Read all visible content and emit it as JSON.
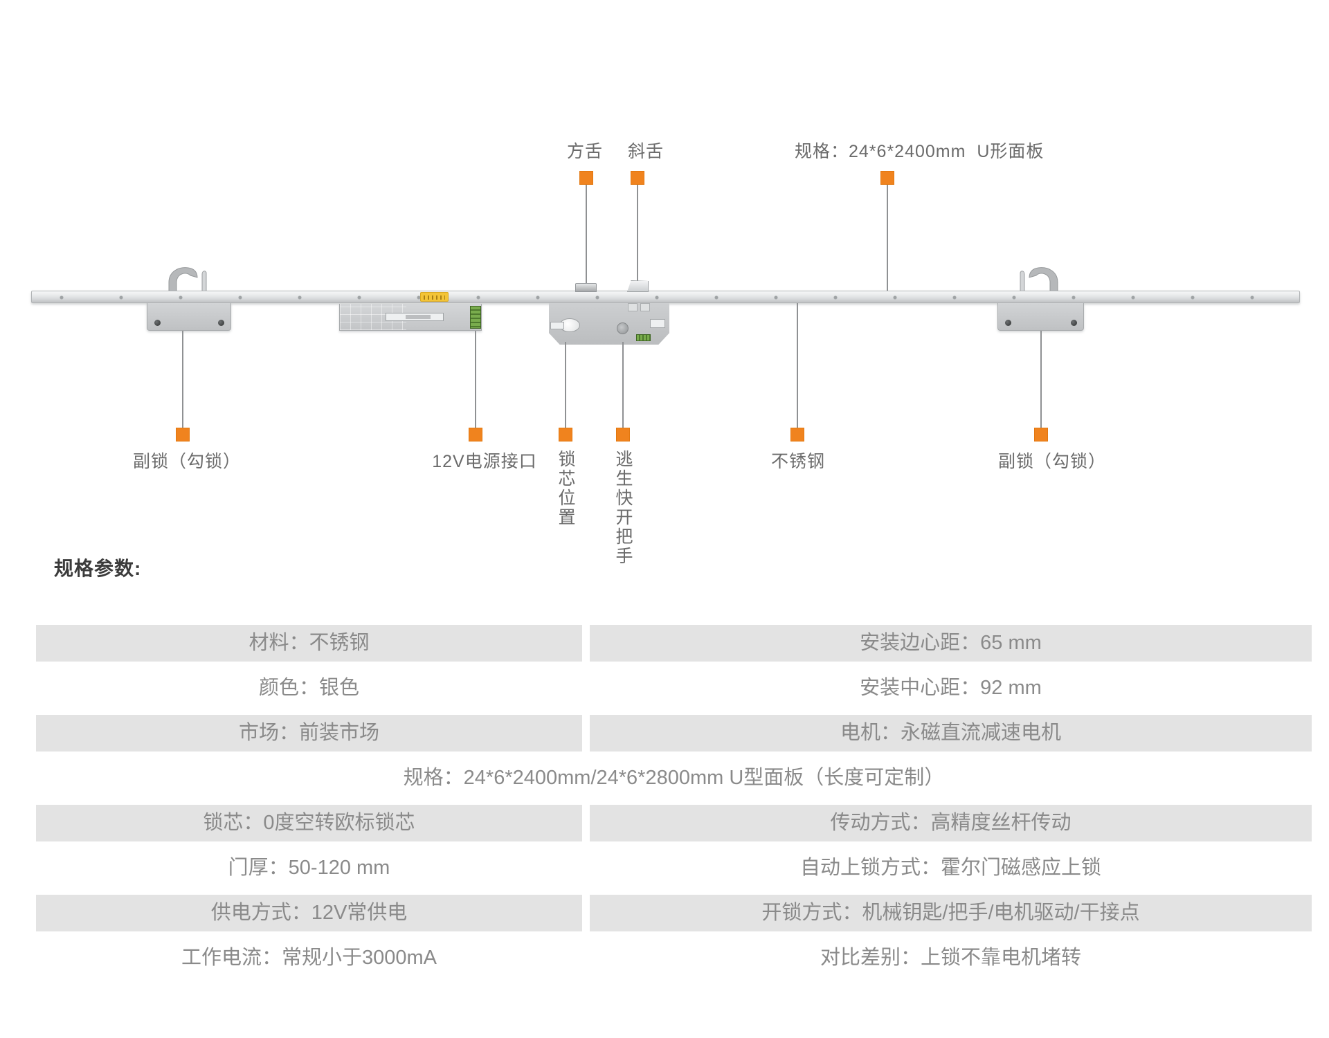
{
  "colors": {
    "accent_orange": "#F0831E",
    "leader_line_gray": "#8f9193",
    "table_row_gray": "#e3e3e3",
    "table_text_gray": "#8a8a8a",
    "callout_text_gray": "#6b6b6b"
  },
  "diagram": {
    "callouts": {
      "square_bolt": "方舌",
      "latch_bolt": "斜舌",
      "panel_spec": "规格：24*6*2400mm  U形面板",
      "aux_lock_left": "副锁（勾锁）",
      "power_port": "12V电源接口",
      "cylinder_position": "锁芯位置",
      "escape_handle": "逃生快开把手",
      "stainless_steel": "不锈钢",
      "aux_lock_right": "副锁（勾锁）"
    }
  },
  "specs": {
    "title": "规格参数:",
    "rows": [
      {
        "left": "材料：不锈钢",
        "right": "安装边心距：65 mm"
      },
      {
        "left": "颜色：银色",
        "right": "安装中心距：92 mm"
      },
      {
        "left": "市场：前装市场",
        "right": "电机：永磁直流减速电机"
      },
      {
        "full": "规格：24*6*2400mm/24*6*2800mm U型面板（长度可定制）"
      },
      {
        "left": "锁芯：0度空转欧标锁芯",
        "right": "传动方式：高精度丝杆传动"
      },
      {
        "left": "门厚：50-120 mm",
        "right": "自动上锁方式：霍尔门磁感应上锁"
      },
      {
        "left": "供电方式：12V常供电",
        "right": "开锁方式：机械钥匙/把手/电机驱动/干接点"
      },
      {
        "left": "工作电流：常规小于3000mA",
        "right": "对比差别：上锁不靠电机堵转"
      }
    ]
  }
}
